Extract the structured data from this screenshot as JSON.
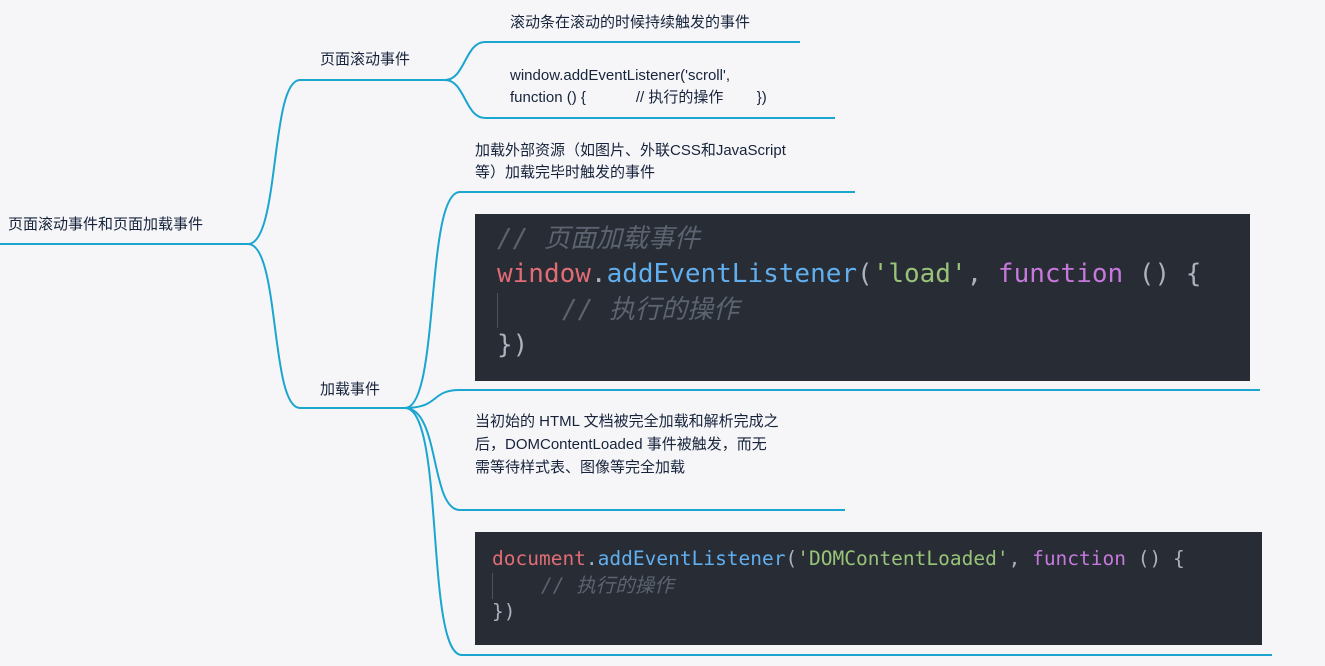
{
  "root": {
    "label": "页面滚动事件和页面加载事件"
  },
  "branches": [
    {
      "label": "页面滚动事件",
      "children": [
        {
          "text": "滚动条在滚动的时候持续触发的事件"
        },
        {
          "text_line1": "window.addEventListener('scroll',",
          "text_line2": "function () {            // 执行的操作        })"
        }
      ]
    },
    {
      "label": "加载事件",
      "children": [
        {
          "text_line1": "加载外部资源（如图片、外联CSS和JavaScript",
          "text_line2": "等）加载完毕时触发的事件"
        },
        {
          "code": {
            "comment": "// 页面加载事件",
            "obj": "window",
            "dot": ".",
            "method": "addEventListener",
            "open": "(",
            "string": "'load'",
            "comma": ", ",
            "keyword": "function",
            "rest": " () {",
            "inner_comment": "// 执行的操作",
            "close": "})"
          }
        },
        {
          "text_line1": "当初始的 HTML 文档被完全加载和解析完成之",
          "text_line2": "后，DOMContentLoaded 事件被触发，而无",
          "text_line3": "需等待样式表、图像等完全加载"
        },
        {
          "code": {
            "obj": "document",
            "dot": ".",
            "method": "addEventListener",
            "open": "(",
            "string": "'DOMContentLoaded'",
            "comma": ", ",
            "keyword": "function",
            "rest": " () {",
            "inner_comment": "// 执行的操作",
            "close": "})"
          }
        }
      ]
    }
  ],
  "colors": {
    "line": "#1ba6cf",
    "code_bg": "#282c34"
  }
}
